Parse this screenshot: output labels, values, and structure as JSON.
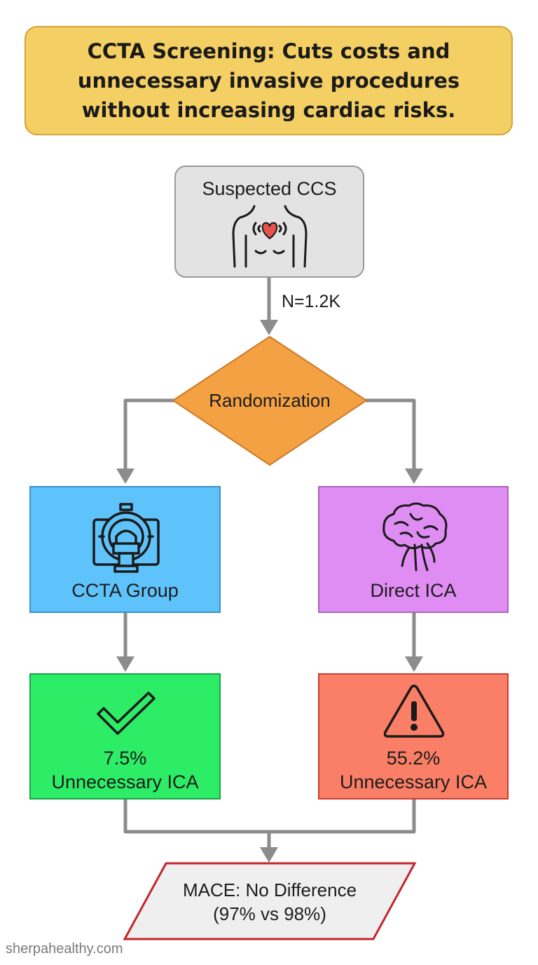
{
  "title": "CCTA Screening: Cuts costs and\nunnecessary invasive procedures\nwithout increasing cardiac risks.",
  "nodes": {
    "start": {
      "label": "Suspected CCS",
      "icon": "torso-heart-icon"
    },
    "sample_size": "N=1.2K",
    "randomization": {
      "label": "Randomization"
    },
    "ccta_group": {
      "label": "CCTA Group",
      "icon": "ct-scanner-icon"
    },
    "direct_ica": {
      "label": "Direct ICA",
      "icon": "brain-icon"
    },
    "ccta_outcome": {
      "value": "7.5%",
      "label": "Unnecessary ICA",
      "icon": "checkmark-icon"
    },
    "ica_outcome": {
      "value": "55.2%",
      "label": "Unnecessary ICA",
      "icon": "warning-icon"
    },
    "mace": {
      "line1": "MACE: No Difference",
      "line2": "(97% vs 98%)"
    }
  },
  "footer": "sherpahealthy.com",
  "colors": {
    "title_bg": "#f4cf63",
    "start_bg": "#e3e3e3",
    "randomization_bg": "#f3a142",
    "ccta_bg": "#5fc3fb",
    "ica_bg": "#e08df3",
    "green_bg": "#2ded67",
    "red_bg": "#fa7f66",
    "mace_border": "#c0272d",
    "connector": "#8c8c8c"
  }
}
